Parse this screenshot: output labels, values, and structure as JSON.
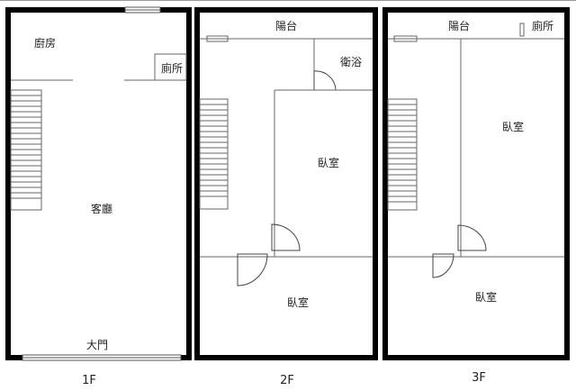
{
  "floors": [
    {
      "name": "1F",
      "rooms": {
        "kitchen": "廚房",
        "toilet": "廁所",
        "living": "客廳",
        "entrance": "大門"
      }
    },
    {
      "name": "2F",
      "rooms": {
        "balcony": "陽台",
        "bathroom": "衛浴",
        "bedroom_upper": "臥室",
        "bedroom_lower": "臥室"
      }
    },
    {
      "name": "3F",
      "rooms": {
        "balcony": "陽台",
        "toilet": "廁所",
        "bedroom_upper": "臥室",
        "bedroom_lower": "臥室"
      }
    }
  ]
}
